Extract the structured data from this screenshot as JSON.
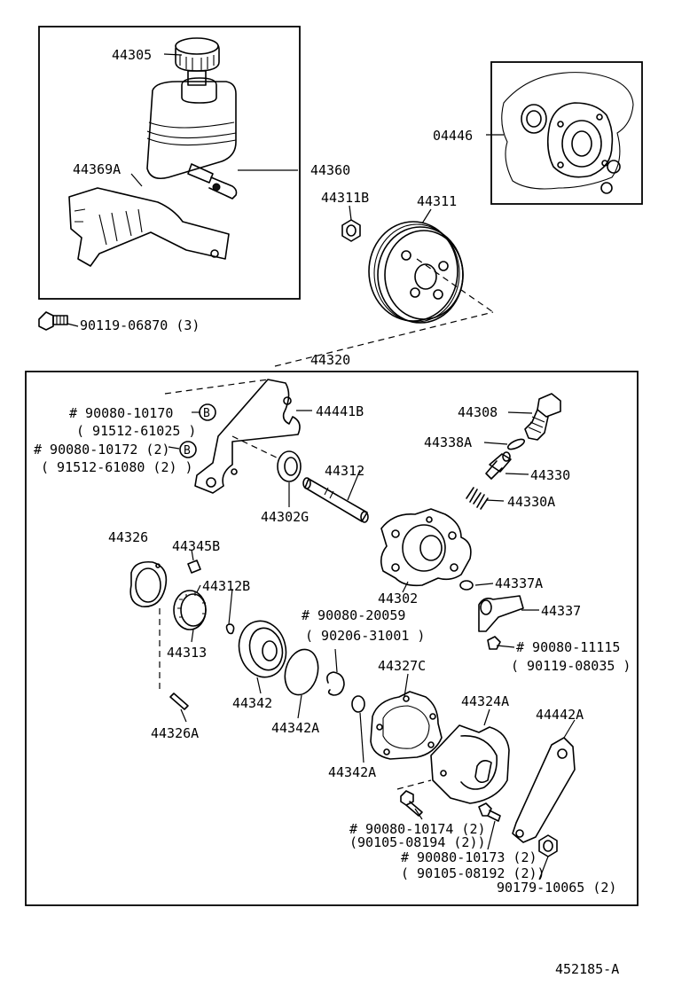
{
  "labels": {
    "p44305": "44305",
    "p44369A": "44369A",
    "p44360": "44360",
    "p04446": "04446",
    "p44311B": "44311B",
    "p44311": "44311",
    "bolt_reservoir": "90119-06870 (3)",
    "p44320": "44320",
    "bolt_bracket_1a": "# 90080-10170",
    "bolt_bracket_1b": "( 91512-61025 )",
    "bolt_bracket_2a": "# 90080-10172 (2)",
    "bolt_bracket_2b": "( 91512-61080 (2) )",
    "mark_b": "B",
    "p44441B": "44441B",
    "p44308": "44308",
    "p44338A": "44338A",
    "p44330": "44330",
    "p44312": "44312",
    "p44330A": "44330A",
    "p44302G": "44302G",
    "p44326": "44326",
    "p44345B": "44345B",
    "p44312B": "44312B",
    "p44302": "44302",
    "p44337A": "44337A",
    "p44337": "44337",
    "snap_a": "# 90080-20059",
    "snap_b": "( 90206-31001 )",
    "bolt_union_a": "# 90080-11115",
    "bolt_union_b": "( 90119-08035 )",
    "p44313": "44313",
    "p44327C": "44327C",
    "p44324A": "44324A",
    "p44442A": "44442A",
    "p44342": "44342",
    "p44342A_1": "44342A",
    "p44326A": "44326A",
    "p44342A_2": "44342A",
    "bolt_cover_1a": "# 90080-10174 (2)",
    "bolt_cover_1b": "(90105-08194 (2))",
    "bolt_cover_2a": "# 90080-10173 (2)",
    "bolt_cover_2b": "( 90105-08192 (2))",
    "nut_bracket": "90179-10065 (2)",
    "figure_code": "452185-A"
  }
}
